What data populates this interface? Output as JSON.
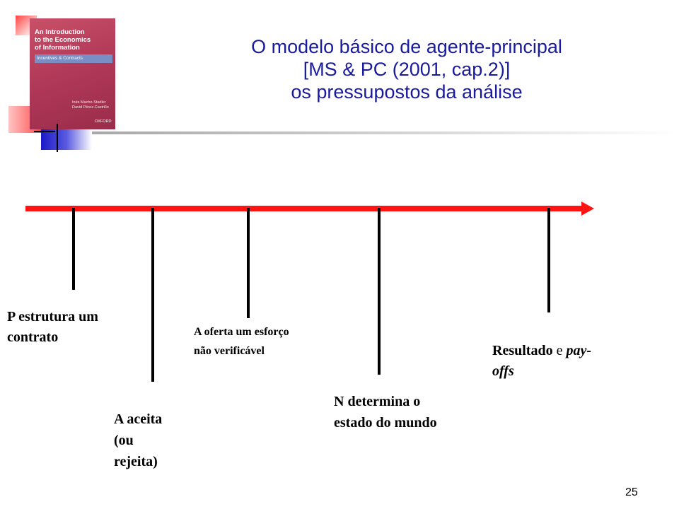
{
  "book": {
    "title": "An Introduction\nto the Economics\nof Information",
    "subtitle": "Incentives & Contracts",
    "authors": "Inés Macho-Stadler\nDavid Pérez-Castrillo",
    "publisher": "OXFORD"
  },
  "title": {
    "line1": "O modelo básico de agente-principal",
    "line2": "[MS & PC (2001, cap.2)]",
    "line3": "os pressupostos da análise"
  },
  "timeline": {
    "events": [
      {
        "label": "P estrutura um\ncontrato"
      },
      {
        "label": "A aceita\n(ou\nrejeita)"
      },
      {
        "label": "A oferta um esforço\nnão verificável"
      },
      {
        "label": "N determina o\nestado do mundo"
      },
      {
        "label_main": "Resultado",
        "label_mid": " e ",
        "label_italic_1": "pay-",
        "label_italic_2": "offs"
      }
    ]
  },
  "page_number": "25"
}
